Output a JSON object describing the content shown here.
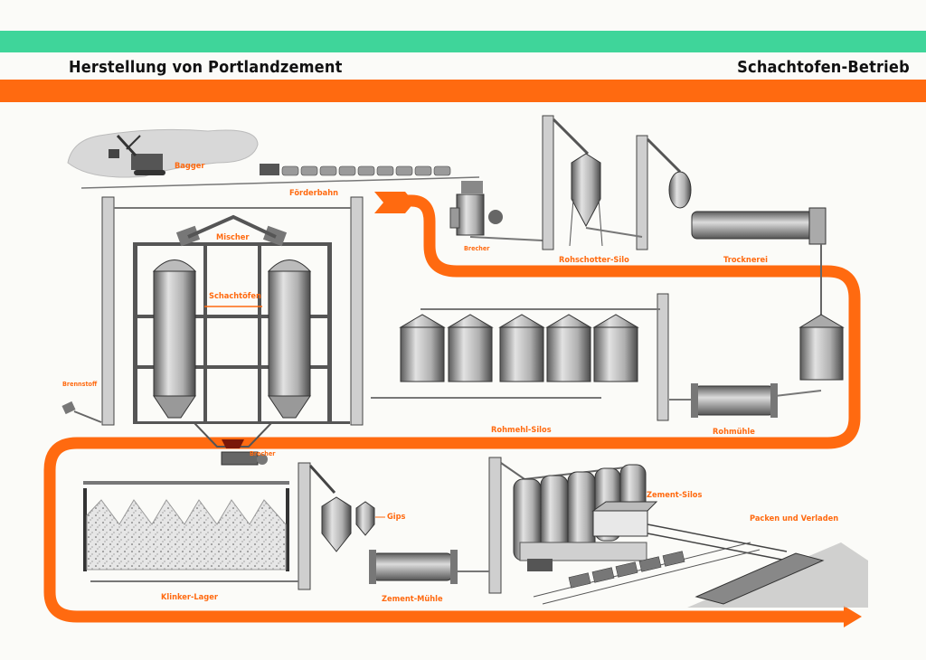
{
  "header": {
    "title_left": "Herstellung von Portlandzement",
    "title_right": "Schachtofen-Betrieb"
  },
  "colors": {
    "green_band": "#3fd59a",
    "orange_band": "#ff6a10",
    "flow_arrow": "#ff6a10",
    "label_text": "#ff6a10",
    "machinery": "#8a8a8a",
    "heading_text": "#111111"
  },
  "stations": {
    "bagger": "Bagger",
    "foerderbahn": "Förderbahn",
    "brecher_top": "Brecher",
    "rohschotter_silo": "Rohschotter-Silo",
    "trocknerei": "Trocknerei",
    "rohmuehle": "Rohmühle",
    "rohmehl_silos": "Rohmehl-Silos",
    "mischer": "Mischer",
    "schachtoefen": "Schachtöfen",
    "brennstoff": "Brennstoff",
    "brecher_bottom": "Brecher",
    "klinker_lager": "Klinker-Lager",
    "gips": "Gips",
    "zement_muehle": "Zement-Mühle",
    "zement_silos": "Zement-Silos",
    "packen_verladen": "Packen und Verladen"
  },
  "process_flow": [
    "Bagger",
    "Förderbahn",
    "Brecher",
    "Rohschotter-Silo",
    "Trocknerei",
    "Rohmühle",
    "Rohmehl-Silos",
    "Mischer",
    "Schachtöfen",
    "Brecher",
    "Klinker-Lager",
    "Zement-Mühle",
    "Zement-Silos",
    "Packen und Verladen"
  ]
}
